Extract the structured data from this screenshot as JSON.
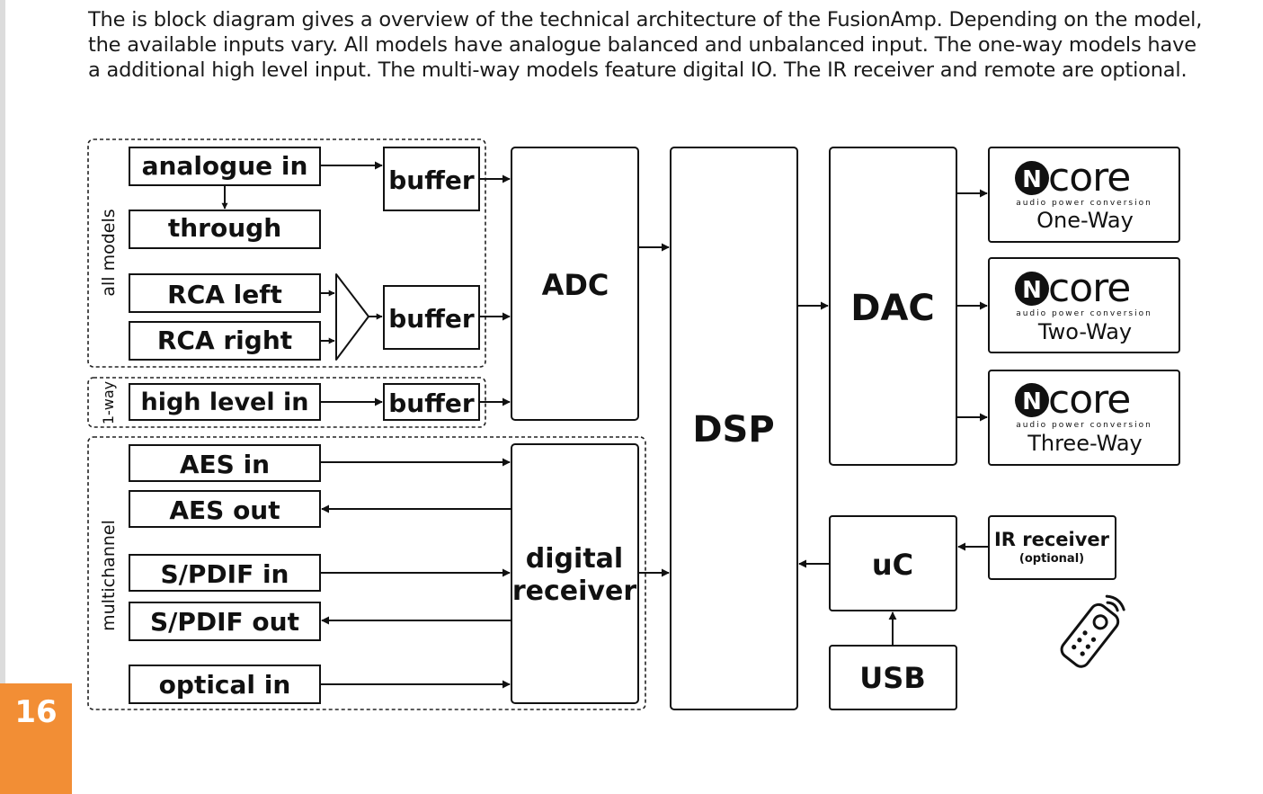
{
  "intro": "The is block diagram gives a overview of the technical architecture of the FusionAmp. Depending on the model, the available inputs vary. All models have analogue balanced and unbalanced input. The one-way models have a additional high level input. The multi-way models feature digital IO. The IR receiver and remote are optional.",
  "page_number": "16",
  "colors": {
    "accent": "#f28e35",
    "line": "#111111"
  },
  "groups": {
    "all_models": "all models",
    "one_way": "1-way",
    "multichannel": "multichannel"
  },
  "inputs": {
    "analogue_in": "analogue in",
    "through": "through",
    "rca_left": "RCA left",
    "rca_right": "RCA right",
    "high_level_in": "high level in",
    "aes_in": "AES in",
    "aes_out": "AES out",
    "spdif_in": "S/PDIF in",
    "spdif_out": "S/PDIF out",
    "optical_in": "optical in"
  },
  "blocks": {
    "buffer": "buffer",
    "adc": "ADC",
    "dsp": "DSP",
    "dac": "DAC",
    "digital_receiver_line1": "digital",
    "digital_receiver_line2": "receiver",
    "uc": "uC",
    "usb": "USB",
    "ir_receiver": "IR receiver",
    "ir_optional": "(optional)"
  },
  "ncore": {
    "logo_text": "core",
    "logo_letter": "N",
    "tagline": "audio power conversion",
    "modules": [
      "One-Way",
      "Two-Way",
      "Three-Way"
    ]
  },
  "icons": {
    "remote": "remote-control-icon",
    "ncore_logo": "ncore-logo-icon",
    "amplifier": "summing-amplifier-icon"
  }
}
